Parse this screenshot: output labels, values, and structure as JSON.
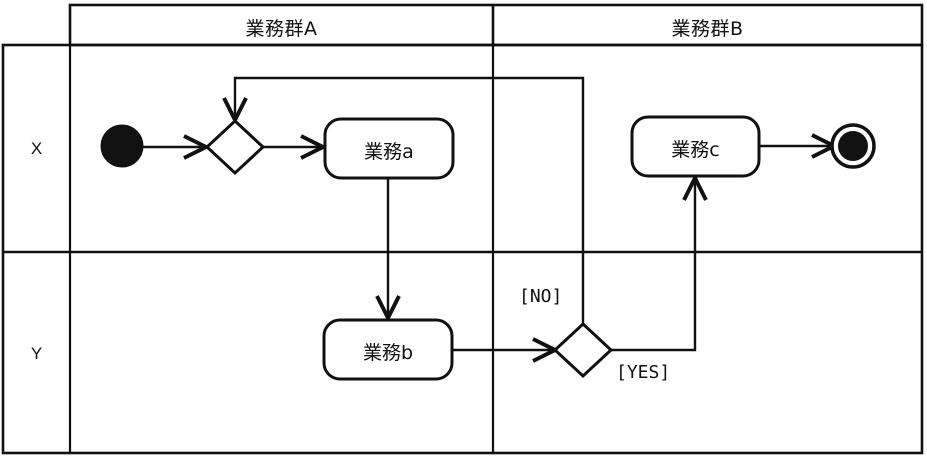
{
  "diagram": {
    "type": "uml-activity-diagram-with-swimlanes",
    "stroke_color": "#111111",
    "fill_color": "#ffffff",
    "background": "#ffffff"
  },
  "lanes": {
    "columns": [
      {
        "id": "lane-a",
        "label": "業務群A"
      },
      {
        "id": "lane-b",
        "label": "業務群B"
      }
    ],
    "rows": [
      {
        "id": "row-x",
        "label": "X"
      },
      {
        "id": "row-y",
        "label": "Y"
      }
    ]
  },
  "nodes": {
    "start": {
      "kind": "initial-node",
      "label": ""
    },
    "merge": {
      "kind": "merge-node",
      "label": ""
    },
    "activity_a": {
      "kind": "action",
      "label": "業務a"
    },
    "activity_b": {
      "kind": "action",
      "label": "業務b"
    },
    "activity_c": {
      "kind": "action",
      "label": "業務c"
    },
    "decision": {
      "kind": "decision-node",
      "label": ""
    },
    "end": {
      "kind": "final-node",
      "label": ""
    }
  },
  "guards": {
    "no": "[NO]",
    "yes": "[YES]"
  },
  "edges": [
    {
      "id": "start-to-merge",
      "from": "start",
      "to": "merge",
      "guard": ""
    },
    {
      "id": "merge-to-a",
      "from": "merge",
      "to": "activity_a",
      "guard": ""
    },
    {
      "id": "a-to-b",
      "from": "activity_a",
      "to": "activity_b",
      "guard": ""
    },
    {
      "id": "b-to-decision",
      "from": "activity_b",
      "to": "decision",
      "guard": ""
    },
    {
      "id": "decision-no-to-merge",
      "from": "decision",
      "to": "merge",
      "guard": "[NO]"
    },
    {
      "id": "decision-yes-to-c",
      "from": "decision",
      "to": "activity_c",
      "guard": "[YES]"
    },
    {
      "id": "c-to-end",
      "from": "activity_c",
      "to": "end",
      "guard": ""
    }
  ]
}
